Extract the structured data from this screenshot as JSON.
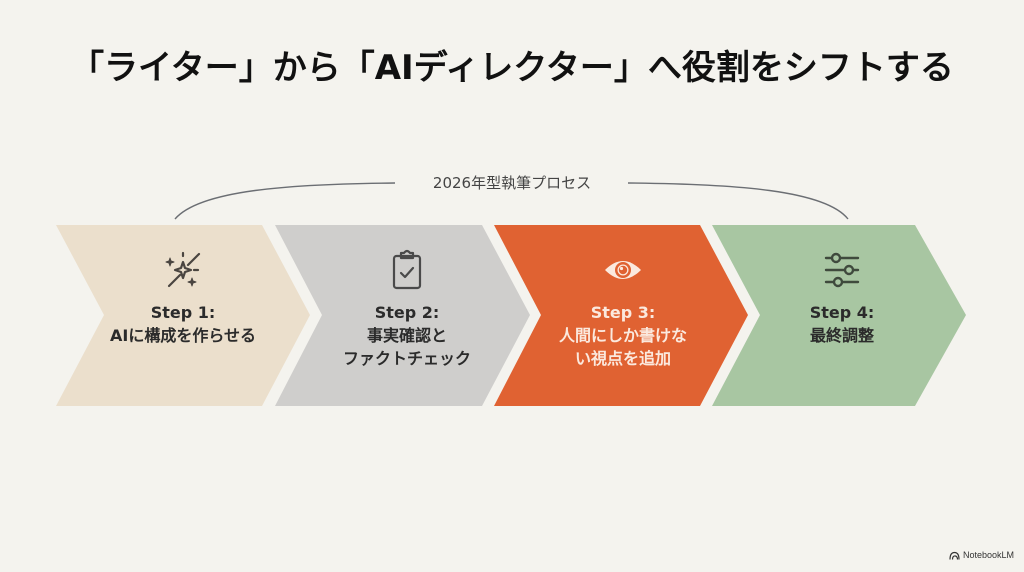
{
  "title": "「ライター」から「AIディレクター」へ役割をシフトする",
  "process_label": "2026年型執筆プロセス",
  "colors": {
    "background": "#f4f3ee",
    "step1": "#ebdfcc",
    "step2": "#cfcecc",
    "step3": "#e06232",
    "step4": "#a8c6a2",
    "dark_text": "#2b2b2b",
    "light_text": "#fbe9de",
    "arc": "#6b6e73"
  },
  "steps": [
    {
      "number": "Step 1:",
      "description": "AIに構成を作らせる",
      "icon": "magic-wand-sparkles-icon"
    },
    {
      "number": "Step 2:",
      "description": "事実確認と\nファクトチェック",
      "icon": "clipboard-check-icon"
    },
    {
      "number": "Step 3:",
      "description": "人間にしか書けな\nい視点を追加",
      "icon": "eye-icon"
    },
    {
      "number": "Step 4:",
      "description": "最終調整",
      "icon": "sliders-icon"
    }
  ],
  "footer": {
    "brand": "NotebookLM",
    "icon": "notebooklm-logo-icon"
  }
}
